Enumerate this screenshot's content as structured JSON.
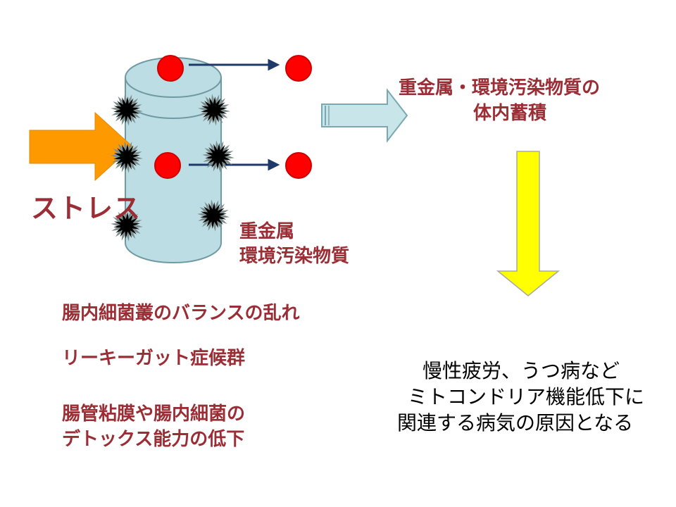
{
  "labels": {
    "stress": "ストレス",
    "heavy_metal_line1": "重金属",
    "heavy_metal_line2": "環境汚染物質",
    "accumulation_line1": "重金属・環境汚染物質の",
    "accumulation_line2": "体内蓄積",
    "cause1": "腸内細菌叢のバランスの乱れ",
    "cause2": "リーキーガット症候群",
    "cause3_line1": "腸管粘膜や腸内細菌の",
    "cause3_line2": "デトックス能力の低下",
    "result_line1": "慢性疲労、うつ病など",
    "result_line2": "ミトコンドリア機能低下に",
    "result_line3": "関連する病気の原因となる"
  },
  "colors": {
    "text_maroon": "#9b2d35",
    "cylinder_fill": "#bcdde3",
    "cylinder_stroke": "#6f9aa3",
    "particle_red": "#ff0000",
    "orange_arrow": "#ff9900",
    "yellow_arrow": "#ffff00",
    "hollow_arrow_fill": "#c8e6ea",
    "navy_arrow": "#1f3a68"
  },
  "icons": [
    "starburst-icon",
    "red-particle-icon",
    "arrow-icon"
  ]
}
